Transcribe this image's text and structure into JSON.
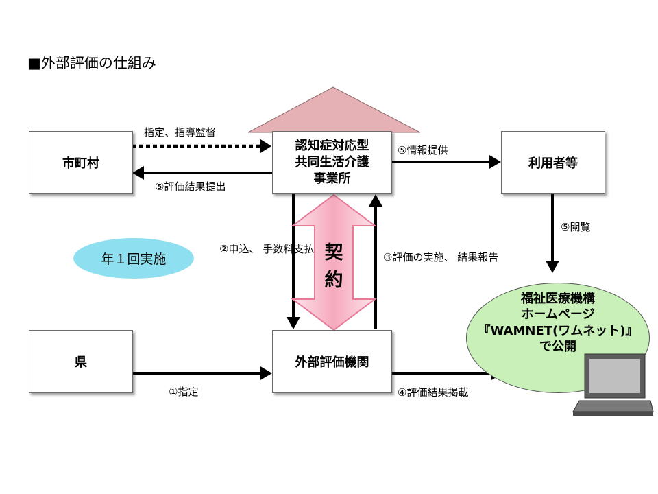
{
  "title": "■外部評価の仕組み",
  "boxes": {
    "shichoson": "市町村",
    "jigyosho": "認知症対応型\n共同生活介護\n事業所",
    "riyosha": "利用者等",
    "ken": "県",
    "gaibu": "外部評価機関"
  },
  "annual": "年１回実施",
  "contract": "契\n約",
  "wamnet": "福祉医療機構\nホームページ\n『WAMNET(ワムネット)』\nで公開",
  "labels": {
    "shitei_shido": "指定、指導監督",
    "hyoka_teishutsu": "⑤評価結果提出",
    "joho_teikyo": "⑤情報提供",
    "etsuran": "⑤閲覧",
    "moushikomi": "②申込、\n手数料支払",
    "hyoka_jisshi": "③評価の実施、\n結果報告",
    "shitei": "①指定",
    "keisai": "④評価結果掲載"
  },
  "colors": {
    "roof": "#e5b1b4",
    "contract_fill": "#f8c0cb",
    "contract_stroke": "#e87a98",
    "annual_fill": "#8ee0f0",
    "wamnet_fill": "#c8f0b8"
  }
}
